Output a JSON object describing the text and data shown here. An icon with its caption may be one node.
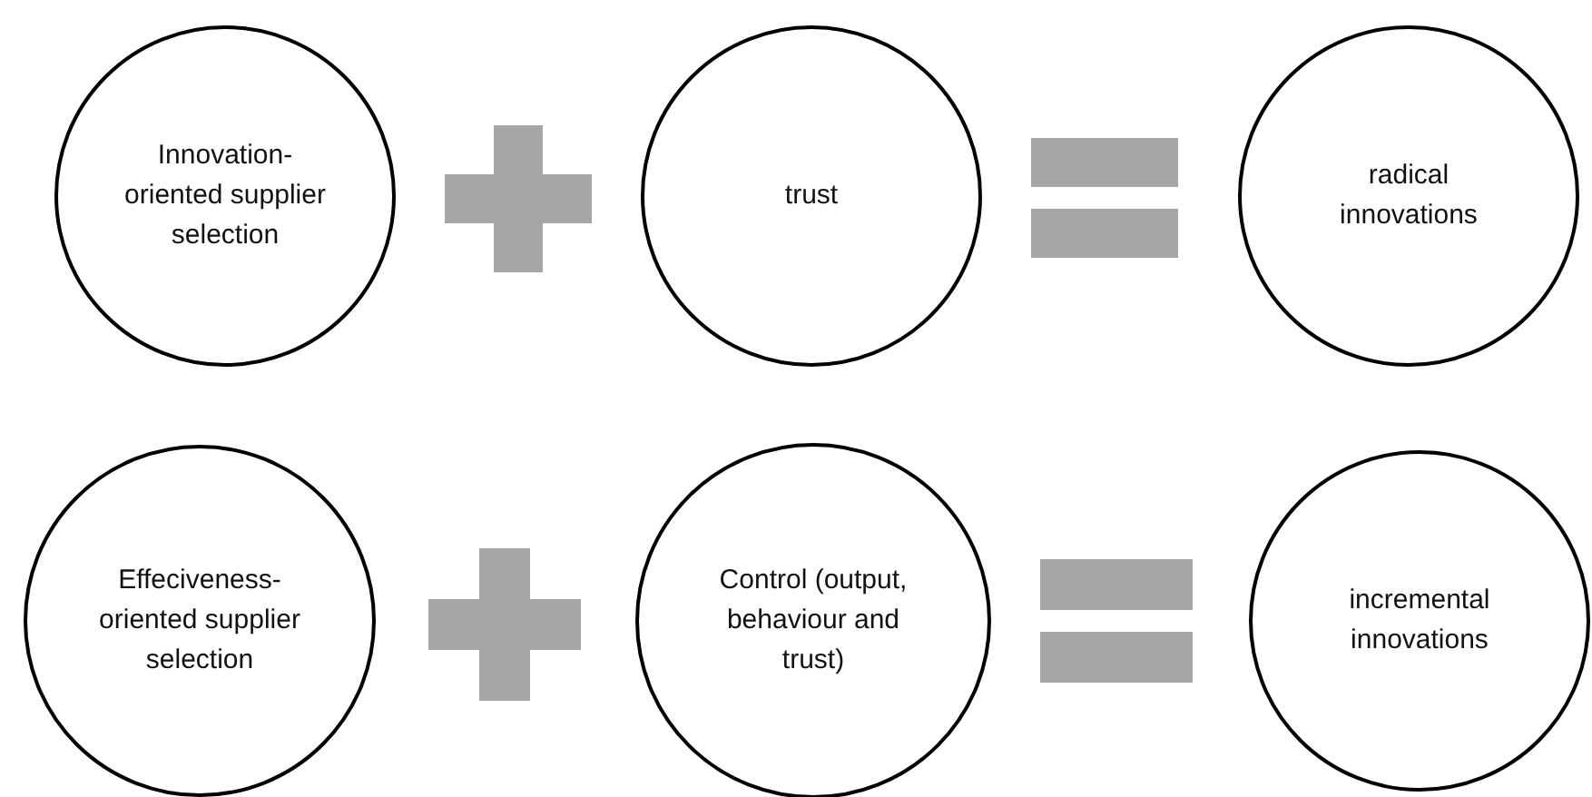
{
  "diagram": {
    "nodes": [
      {
        "text": [
          "Innovation- oriented supplier selection"
        ]
      },
      {
        "text": [
          "trust"
        ]
      },
      {
        "text": [
          "radical innovations"
        ]
      },
      {
        "text": [
          "Effeciveness- oriented supplier selection"
        ]
      },
      {
        "text": [
          "Control (output, behaviour and trust)"
        ]
      },
      {
        "text": [
          "incremental innovations"
        ]
      }
    ]
  }
}
